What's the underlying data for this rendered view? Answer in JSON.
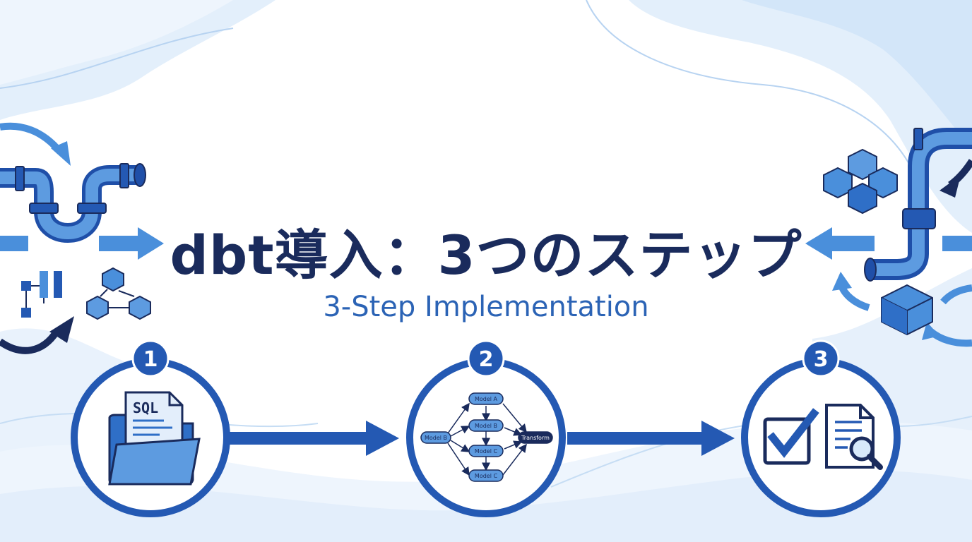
{
  "title": "dbt導入：3つのステップ",
  "subtitle": "3-Step Implementation",
  "steps": [
    {
      "number": "1",
      "icon": "sql-folder-icon",
      "label": "SQL"
    },
    {
      "number": "2",
      "icon": "model-dag-icon",
      "nodes": {
        "left": "Model B",
        "top": "Model A",
        "mid": "Model B",
        "lower": "Model C",
        "bottom": "Model C",
        "right": "Transform"
      }
    },
    {
      "number": "3",
      "icon": "check-document-icon"
    }
  ],
  "colors": {
    "navy": "#1a2b5c",
    "primary": "#2459b3",
    "accent": "#4a8fdb",
    "light": "#d8e9fa"
  }
}
